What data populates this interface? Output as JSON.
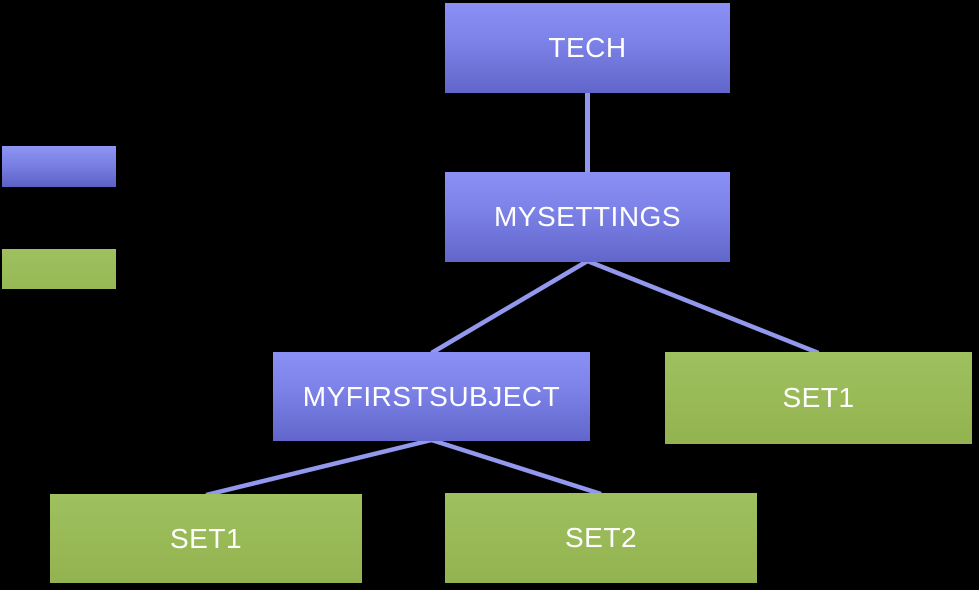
{
  "diagram": {
    "background_color": "#000000",
    "text_color": "#ffffff",
    "connector_color": "#9298ee",
    "node_colors": {
      "purple_top": "#8a90f4",
      "purple_bottom": "#6266cb",
      "green": "#9bbb59"
    },
    "nodes": {
      "tech": {
        "label": "TECH",
        "type": "purple"
      },
      "mysettings": {
        "label": "MYSETTINGS",
        "type": "purple"
      },
      "myfirstsubject": {
        "label": "MYFIRSTSUBJECT",
        "type": "purple"
      },
      "set1_right": {
        "label": "SET1",
        "type": "green"
      },
      "set1_bottom": {
        "label": "SET1",
        "type": "green"
      },
      "set2_bottom": {
        "label": "SET2",
        "type": "green"
      }
    },
    "edges": [
      {
        "from": "tech",
        "to": "mysettings"
      },
      {
        "from": "mysettings",
        "to": "myfirstsubject"
      },
      {
        "from": "mysettings",
        "to": "set1_right"
      },
      {
        "from": "myfirstsubject",
        "to": "set1_bottom"
      },
      {
        "from": "myfirstsubject",
        "to": "set2_bottom"
      }
    ],
    "legend": {
      "swatches": [
        {
          "name": "purple",
          "color": "#767bdf"
        },
        {
          "name": "green",
          "color": "#9bbb59"
        }
      ]
    }
  }
}
